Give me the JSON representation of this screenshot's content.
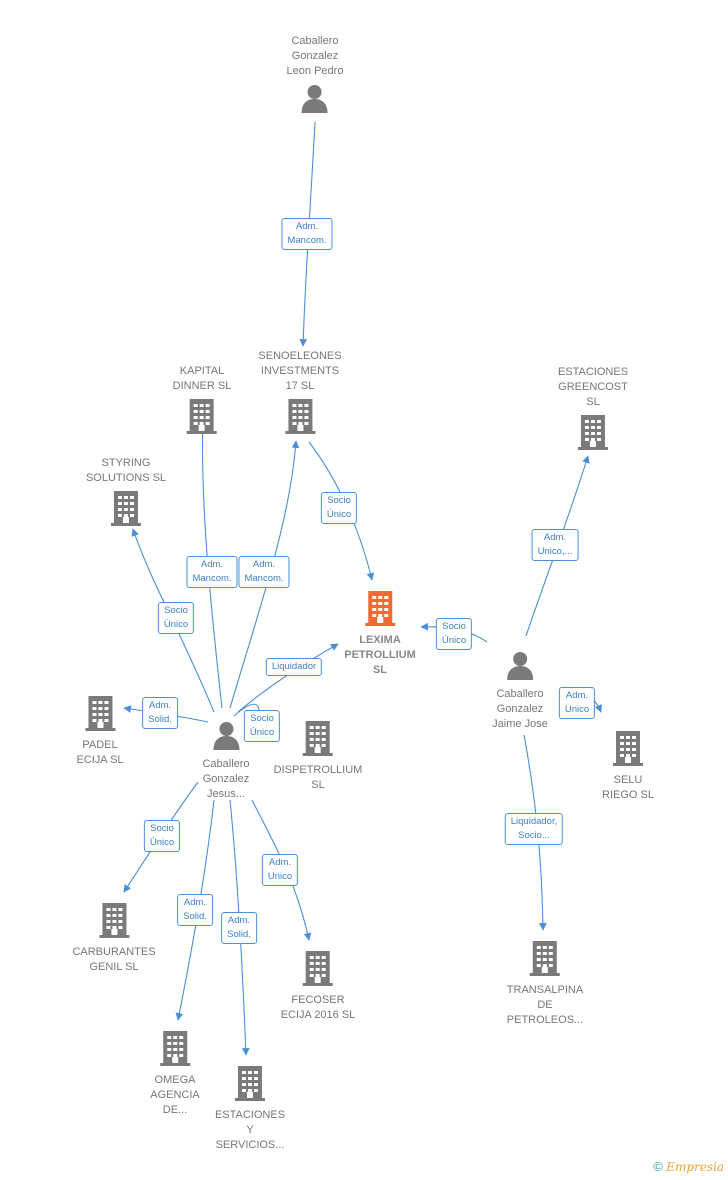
{
  "colors": {
    "edge": "#4a8fd8",
    "building": "#7a7a7a",
    "main_building": "#f06a35",
    "person": "#7a7a7a"
  },
  "nodes": [
    {
      "id": "pedro",
      "kind": "person",
      "label": "Caballero\nGonzalez\nLeon Pedro"
    },
    {
      "id": "seno",
      "kind": "company",
      "label": "SENOELEONES\nINVESTMENTS\n17  SL"
    },
    {
      "id": "kapital",
      "kind": "company",
      "label": "KAPITAL\nDINNER  SL"
    },
    {
      "id": "styring",
      "kind": "company",
      "label": "STYRING\nSOLUTIONS  SL"
    },
    {
      "id": "greencost",
      "kind": "company",
      "label": "ESTACIONES\nGREENCOST\nSL"
    },
    {
      "id": "lexima",
      "kind": "main",
      "label": "LEXIMA\nPETROLLIUM\nSL"
    },
    {
      "id": "jaime",
      "kind": "person",
      "label": "Caballero\nGonzalez\nJaime Jose"
    },
    {
      "id": "jesus",
      "kind": "person",
      "label": "Caballero\nGonzalez\nJesus..."
    },
    {
      "id": "padel",
      "kind": "company",
      "label": "PADEL\nECIJA SL"
    },
    {
      "id": "dispetrollium",
      "kind": "company",
      "label": "DISPETROLLIUM\nSL"
    },
    {
      "id": "selu",
      "kind": "company",
      "label": "SELU\nRIEGO  SL"
    },
    {
      "id": "carburantes",
      "kind": "company",
      "label": "CARBURANTES\nGENIL  SL"
    },
    {
      "id": "fecoser",
      "kind": "company",
      "label": "FECOSER\nECIJA 2016  SL"
    },
    {
      "id": "transalpina",
      "kind": "company",
      "label": "TRANSALPINA\nDE\nPETROLEOS..."
    },
    {
      "id": "omega",
      "kind": "company",
      "label": "OMEGA\nAGENCIA\nDE..."
    },
    {
      "id": "estaciones",
      "kind": "company",
      "label": "ESTACIONES\nY\nSERVICIOS..."
    }
  ],
  "edges": [
    {
      "id": "pedro-seno",
      "label": "Adm.\nMancom."
    },
    {
      "id": "seno-lexima",
      "label": "Socio\nÚnico"
    },
    {
      "id": "jesus-kapital",
      "label": "Adm.\nMancom."
    },
    {
      "id": "jesus-seno",
      "label": "Adm.\nMancom."
    },
    {
      "id": "jesus-styring",
      "label": "Socio\nÚnico"
    },
    {
      "id": "jesus-lexima-liq",
      "label": "Liquidador"
    },
    {
      "id": "jesus-lexima-socio",
      "label": "Socio\nÚnico"
    },
    {
      "id": "jesus-padel",
      "label": "Adm.\nSolid."
    },
    {
      "id": "jesus-carburantes",
      "label": "Socio\nÚnico"
    },
    {
      "id": "jesus-omega",
      "label": "Adm.\nSolid."
    },
    {
      "id": "jesus-estaciones",
      "label": "Adm.\nSolid."
    },
    {
      "id": "jesus-fecoser",
      "label": "Adm.\nUnico"
    },
    {
      "id": "jaime-lexima",
      "label": "Socio\nÚnico"
    },
    {
      "id": "jaime-greencost",
      "label": "Adm.\nUnico,..."
    },
    {
      "id": "jaime-selu",
      "label": "Adm.\nUnico"
    },
    {
      "id": "jaime-transalpina",
      "label": "Liquidador,\nSocio..."
    }
  ],
  "watermark": {
    "symbol": "©",
    "brand": "Empresia"
  }
}
